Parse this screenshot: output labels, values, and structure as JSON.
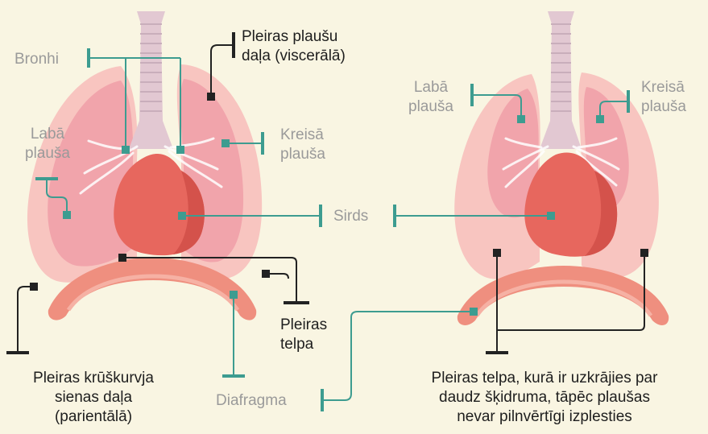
{
  "colors": {
    "background": "#f9f5e2",
    "lung_outer": "#f8c5c0",
    "lung_inner": "#f1a4ab",
    "heart": "#e7675e",
    "heart_dark": "#d4524b",
    "trachea": "#e2c8d2",
    "diaphragm": "#ef8f7f",
    "teal_pointer": "#3d9c90",
    "black_pointer": "#222222",
    "dark_text": "#1e1e1e",
    "grey_text": "#9a9a9a"
  },
  "left_figure": {
    "bronchi": "Bronhi",
    "visceral_pleura": [
      "Pleiras plaušu",
      "daļa (viscerālā)"
    ],
    "right_lung": [
      "Labā",
      "plauša"
    ],
    "left_lung": [
      "Kreisā",
      "plauša"
    ],
    "heart": "Sirds",
    "pleural_space": [
      "Pleiras",
      "telpa"
    ],
    "parietal_pleura": [
      "Pleiras krūškurvja",
      "sienas daļa",
      "(parientālā)"
    ],
    "diaphragm": "Diafragma"
  },
  "right_figure": {
    "right_lung": [
      "Labā",
      "plauša"
    ],
    "left_lung": [
      "Kreisā",
      "plauša"
    ],
    "effusion": [
      "Pleiras telpa, kurā ir uzkrājies par",
      "daudz šķidruma, tāpēc plaušas",
      "nevar pilnvērtīgi izplesties"
    ]
  }
}
